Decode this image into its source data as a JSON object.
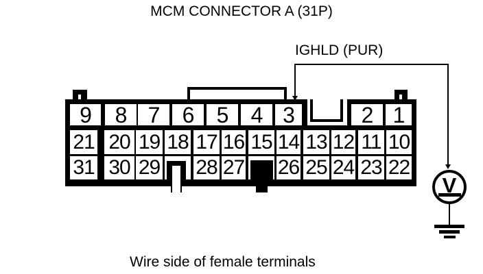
{
  "title": "MCM CONNECTOR A (31P)",
  "wire": {
    "label": "IGHLD (PUR)"
  },
  "caption": "Wire side of female terminals",
  "meter": {
    "label": "V"
  },
  "colors": {
    "ink": "#000000",
    "background": "#ffffff"
  },
  "connector": {
    "rows": [
      {
        "name": "top",
        "cells": [
          {
            "pin": "9"
          },
          {
            "pin": "8"
          },
          {
            "pin": "7"
          },
          {
            "pin": "6"
          },
          {
            "pin": "5"
          },
          {
            "pin": "4"
          },
          {
            "pin": "3"
          },
          {
            "type": "notch"
          },
          {
            "pin": "2"
          },
          {
            "pin": "1"
          }
        ]
      },
      {
        "name": "middle",
        "cells": [
          {
            "pin": "21"
          },
          {
            "pin": "20"
          },
          {
            "pin": "19"
          },
          {
            "pin": "18"
          },
          {
            "pin": "17"
          },
          {
            "pin": "16"
          },
          {
            "pin": "15"
          },
          {
            "pin": "14"
          },
          {
            "pin": "13"
          },
          {
            "pin": "12"
          },
          {
            "pin": "11"
          },
          {
            "pin": "10"
          }
        ]
      },
      {
        "name": "bottom",
        "cells": [
          {
            "pin": "31"
          },
          {
            "pin": "30"
          },
          {
            "pin": "29"
          },
          {
            "type": "keyway"
          },
          {
            "pin": "28"
          },
          {
            "pin": "27"
          },
          {
            "type": "blocked"
          },
          {
            "pin": "26"
          },
          {
            "pin": "25"
          },
          {
            "pin": "24"
          },
          {
            "pin": "23"
          },
          {
            "pin": "22"
          }
        ]
      }
    ]
  }
}
